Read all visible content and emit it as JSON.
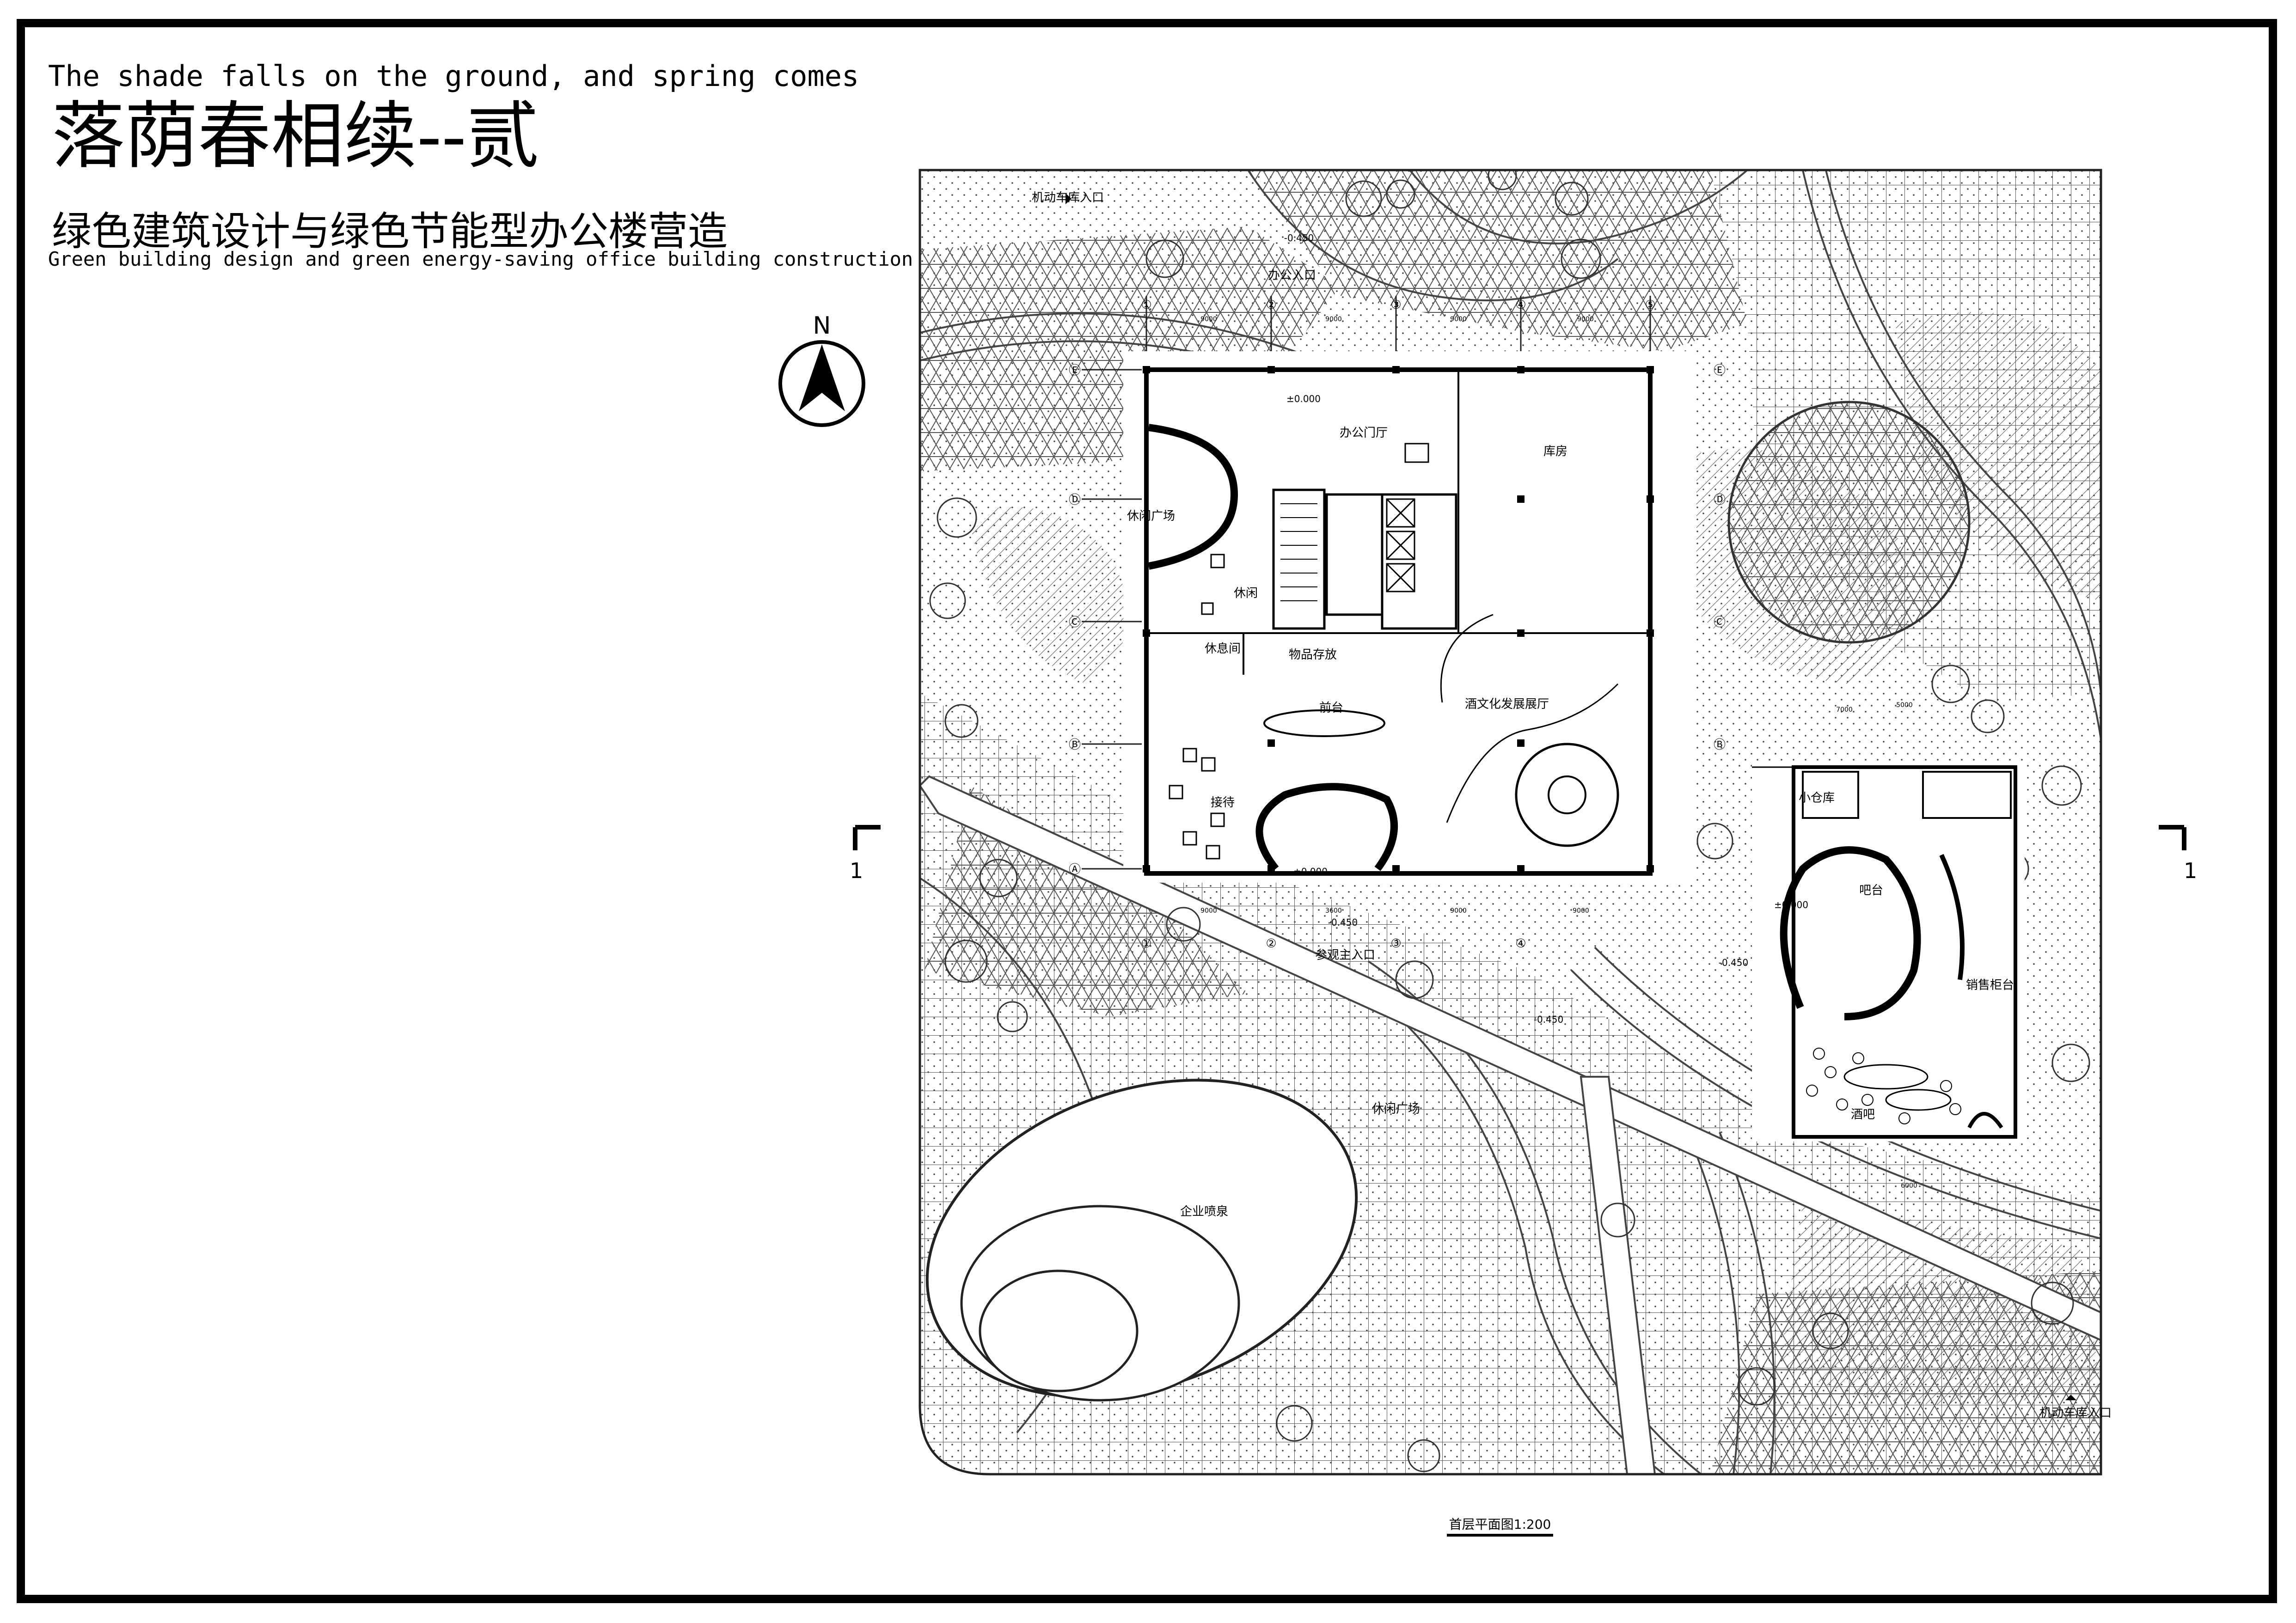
{
  "title_en": "The shade falls on the ground, and spring comes",
  "title_cn": "落荫春相续--贰",
  "subtitle_cn": "绿色建筑设计与绿色节能型办公楼营造",
  "subtitle_en": "Green building design and green energy-saving office building construction",
  "north_label": "N",
  "section_mark": "1",
  "drawing_caption": "首层平面图1:200",
  "labels": {
    "garage_entry": "机动车库入口",
    "office_entry": "办公入口",
    "visitor_entry": "参观主入口",
    "office_lobby": "办公门厅",
    "storage": "库房",
    "leisure_plaza": "休闲广场",
    "rest": "休闲",
    "rest_room": "休息间",
    "item_storage": "物品存放",
    "exhibition_hall": "酒文化发展展厅",
    "front_desk": "前台",
    "reception": "接待",
    "small_warehouse": "小仓库",
    "bar_counter": "吧台",
    "sales_counter": "销售柜台",
    "bar": "酒吧",
    "corporate_fountain": "企业喷泉",
    "leisure_square": "休闲广场",
    "level_000": "±0.000",
    "level_neg450": "-0.450",
    "grid_1": "①",
    "grid_2": "②",
    "grid_3": "③",
    "grid_4": "④",
    "grid_5": "⑤",
    "grid_A": "Ⓐ",
    "grid_B": "Ⓑ",
    "grid_C": "Ⓒ",
    "grid_D": "Ⓓ",
    "grid_E": "Ⓔ",
    "dim_9000": "9000",
    "dim_7000": "7000",
    "dim_3600": "3600",
    "dim_5000": "5000",
    "dim_6000": "6000"
  }
}
